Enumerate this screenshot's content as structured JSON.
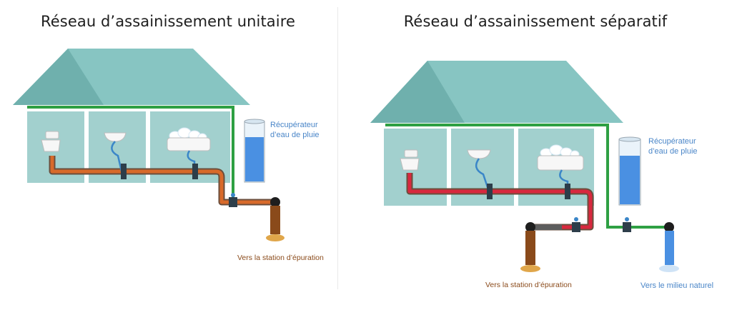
{
  "left": {
    "title": "Réseau d’assainissement unitaire",
    "rain_collector": [
      "Récupérateur",
      "d’eau de pluie"
    ],
    "outlet_treatment": "Vers la station d’épuration"
  },
  "right": {
    "title": "Réseau d’assainissement séparatif",
    "rain_collector": [
      "Récupérateur",
      "d’eau de pluie"
    ],
    "outlet_treatment": "Vers la station d’épuration",
    "outlet_natural": "Vers le milieu naturel"
  },
  "colors": {
    "roof": "#87c5c2",
    "roof_shadow": "#6fb0ad",
    "wall": "#a2d0ce",
    "rain_pipe": "#2ea043",
    "combined_pipe": "#d86a2a",
    "wastewater_pipe": "#d8283e",
    "water": "#4a90e2",
    "sewage_drop": "#8a4a1a"
  }
}
